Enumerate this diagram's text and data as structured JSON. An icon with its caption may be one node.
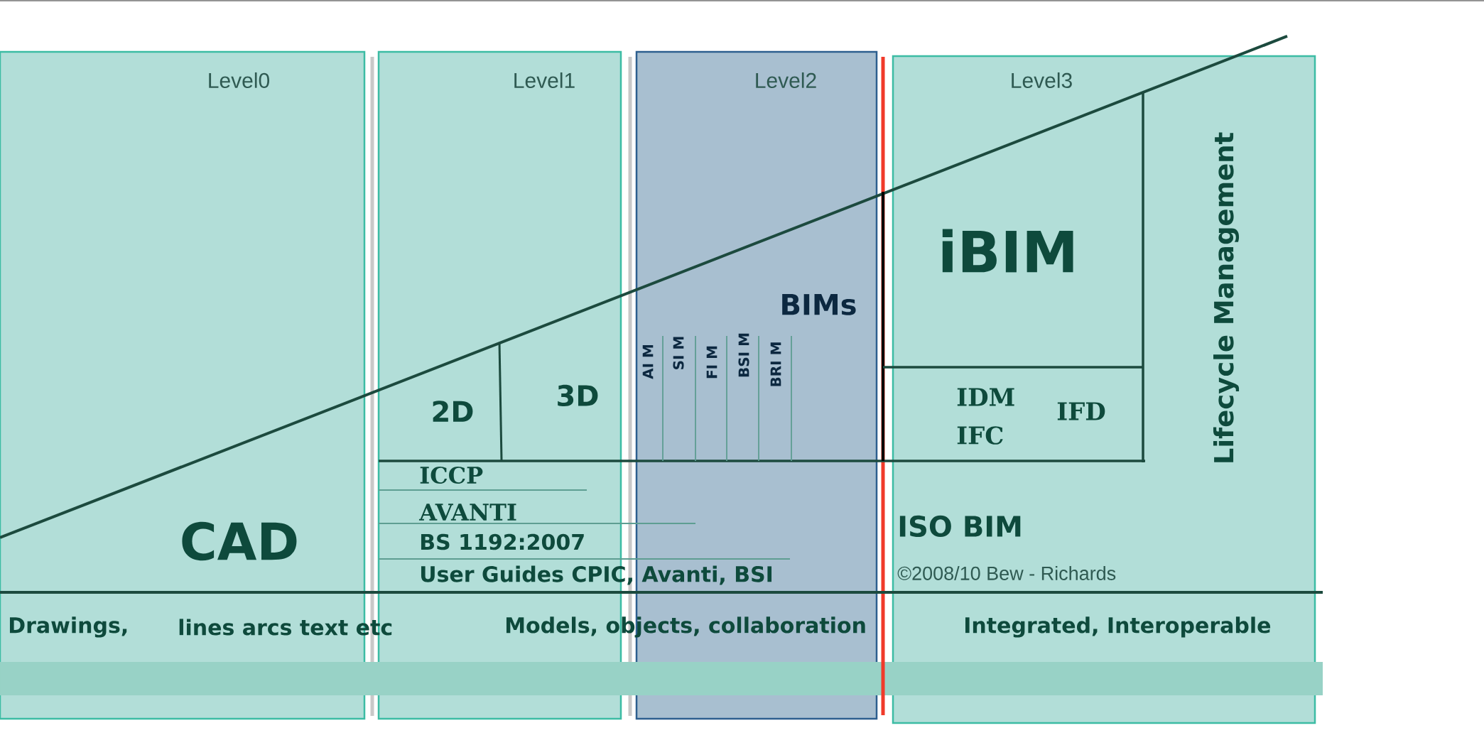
{
  "diagram": {
    "nodes": [
      {
        "text": [
          "Level0"
        ]
      },
      {
        "text": [
          "Level1"
        ]
      },
      {
        "text": [
          "Level2"
        ]
      },
      {
        "text": [
          "Level3"
        ]
      },
      {
        "text": [
          "iBIM"
        ],
        "in": 3
      },
      {
        "text": [
          "IDM",
          "IFC",
          "IFD"
        ],
        "in": 3
      }
    ],
    "labels": [
      "2D",
      "3D",
      "BIMs",
      "AI M",
      "SI M",
      "FI M",
      "BSI M",
      "BRI M",
      "Lifecycle Management",
      "CAD",
      "ICCP",
      "AVANTI",
      "ISO BIM",
      "BS 1192:2007",
      "©2008/10 Bew -   Richards",
      "User Guides CPIC, Avanti, BSI",
      "Drawings,",
      "lines arcs text etc",
      "Models, objects, collaboration",
      "Integrated, Interoperable"
    ]
  }
}
